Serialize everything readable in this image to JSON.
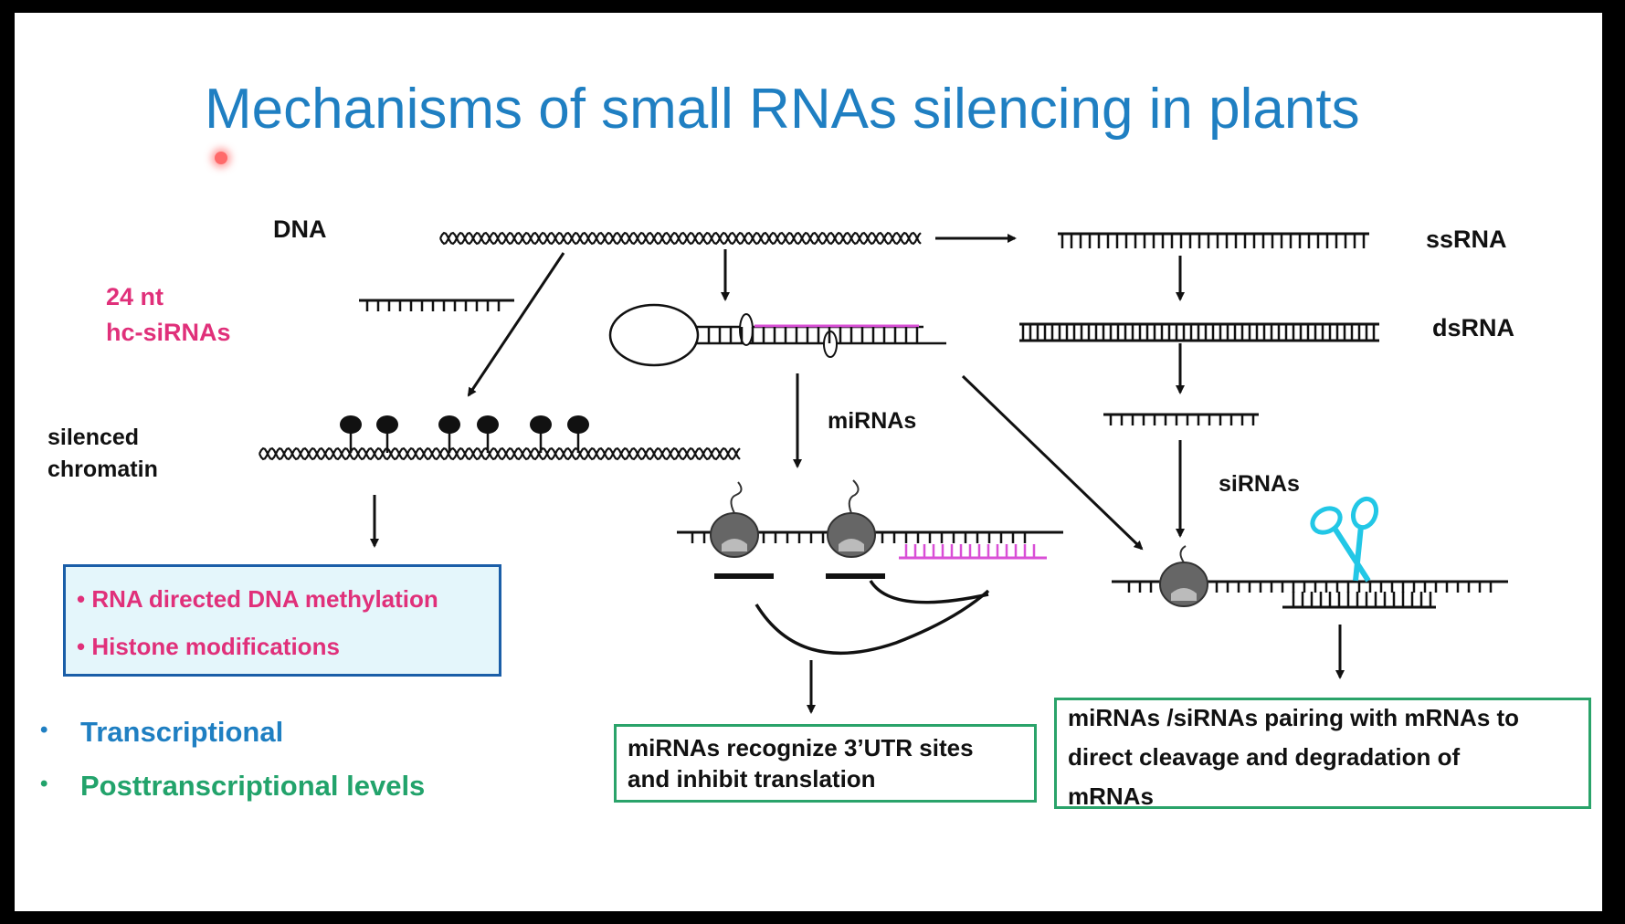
{
  "title": "Mechanisms of small RNAs silencing in plants",
  "labels": {
    "dna": "DNA",
    "ssrna": "ssRNA",
    "dsrna": "dsRNA",
    "nt24": "24 nt",
    "hc_sirnas": "hc-siRNAs",
    "silenced_line1": "silenced",
    "silenced_line2": "chromatin",
    "mirnas": "miRNAs",
    "sirnas": "siRNAs"
  },
  "tgs_box": {
    "items": [
      "• RNA directed DNA methylation",
      "• Histone modifications"
    ]
  },
  "mirna_box": {
    "line1": "miRNAs recognize 3’UTR sites",
    "line2": "and inhibit translation"
  },
  "cleavage_box": {
    "line1": "miRNAs /siRNAs pairing with mRNAs to",
    "line2": "direct cleavage and degradation of",
    "line3": "mRNAs"
  },
  "levels": [
    {
      "bullet": "•",
      "text": "Transcriptional",
      "color": "#1f7fc2"
    },
    {
      "bullet": "•",
      "text": "Posttranscriptional levels",
      "color": "#22a36b"
    }
  ],
  "colors": {
    "title": "#1f7fc2",
    "pink": "#e0307a",
    "magenta_strand": "#d94fd6",
    "box_border_blue": "#1a5ea8",
    "box_fill_blue": "#e4f6fb",
    "box_border_green": "#2aa36a",
    "scissors": "#22c7e6"
  }
}
